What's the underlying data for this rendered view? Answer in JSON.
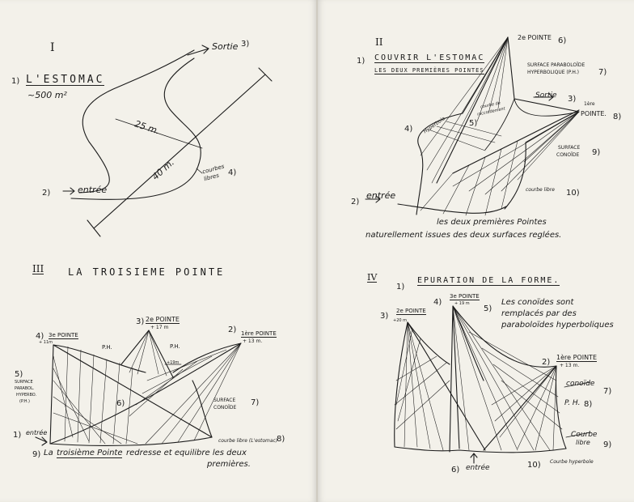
{
  "panel1": {
    "roman": "I",
    "title": "L'ESTOMAC",
    "area": "~500 m²",
    "sortie": "Sortie",
    "dist25": "25 m.",
    "dist40": "40 m.",
    "courbes_line1": "courbes",
    "courbes_line2": "libres",
    "entree": "entrée",
    "n1": "1)",
    "n2": "2)",
    "n3": "3)",
    "n4": "4)"
  },
  "panel2": {
    "roman": "II",
    "title": "COUVRIR L'ESTOMAC",
    "subtitle": "LES DEUX PREMIÈRES POINTES",
    "pointe2": "2e POINTE",
    "ph_line1": "SURFACE PARABOLOÏDE",
    "ph_line2": "HYPERBOLIQUE (P.H.)",
    "sortie": "Sortie",
    "pointe1_line1": "1ère",
    "pointe1_line2": "POINTE.",
    "hyperbole": "Hyperbole",
    "courbe_racc_line1": "courbe de",
    "courbe_racc_line2": "raccordement",
    "conoide_line1": "SURFACE",
    "conoide_line2": "CONOÏDE",
    "entree": "entrée",
    "courbe_libre": "courbe libre",
    "caption1": "les deux premières Pointes",
    "caption2": "naturellement issues des deux surfaces reglées.",
    "n1": "1)",
    "n2": "2)",
    "n3": "3)",
    "n4": "4)",
    "n5": "5)",
    "n6": "6)",
    "n7": "7)",
    "n8": "8)",
    "n9": "9)",
    "n10": "10)"
  },
  "panel3": {
    "roman": "III",
    "title": "LA TROISIEME POINTE",
    "pointe3": "3e POINTE",
    "pointe3_h": "+ 11m",
    "pointe2": "2e POINTE",
    "pointe2_h": "+ 17 m",
    "pointe1": "1ère POINTE",
    "pointe1_h": "+ 13 m.",
    "ph1": "P.H.",
    "ph2": "P.H.",
    "h19": "+19m",
    "surface_ph_line1": "SURFACE",
    "surface_ph_line2": "PARABOL.",
    "surface_ph_line3": "HYPERBO.",
    "surface_ph_line4": "(P.H.)",
    "conoide_line1": "SURFACE",
    "conoide_line2": "CONOÏDE",
    "courbe_libre": "courbe libre (L'estomac)",
    "entree": "entrée",
    "caption1a": "La",
    "caption1b": "troisième Pointe",
    "caption1c": "redresse et equilibre les deux",
    "caption2": "premières.",
    "n1": "1)",
    "n2": "2)",
    "n3": "3)",
    "n4": "4)",
    "n5": "5)",
    "n6": "6)",
    "n7": "7)",
    "n8": "8)",
    "n9": "9)"
  },
  "panel4": {
    "roman": "IV",
    "title": "EPURATION DE LA FORME.",
    "pointe3": "3e POINTE",
    "pointe3_h": "+ 19 m",
    "pointe2": "2e POINTE",
    "pointe2_h": "+20 m",
    "note_line1": "Les conoïdes sont",
    "note_line2": "remplacés par des",
    "note_line3": "paraboloïdes hyperboliques",
    "pointe1": "1ère POINTE",
    "pointe1_h": "+ 13 m.",
    "conoide": "conoïde",
    "ph": "P. H.",
    "courbe_line1": "Courbe",
    "courbe_line2": "libre",
    "entree": "entrée",
    "courbe_hyp": "Courbe hyperbole",
    "n1": "1)",
    "n2": "2)",
    "n3": "3)",
    "n4": "4)",
    "n5": "5)",
    "n6": "6)",
    "n7": "7)",
    "n8": "8)",
    "n9": "9)",
    "n10": "10)"
  }
}
